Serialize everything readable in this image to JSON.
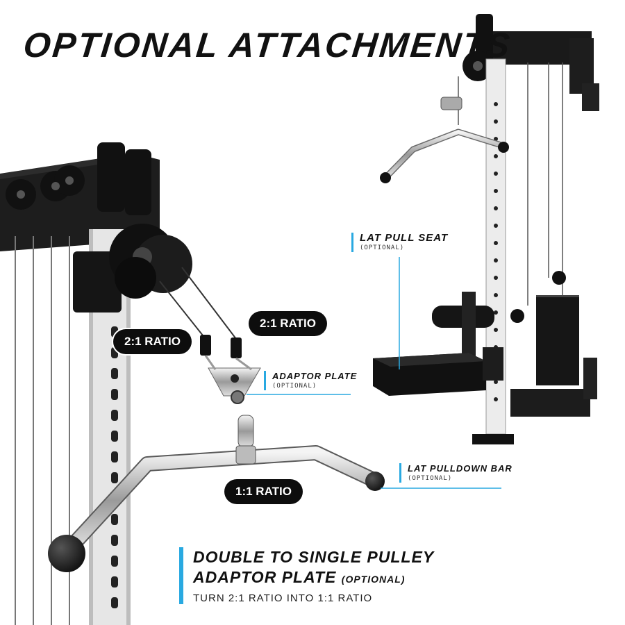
{
  "title": "OPTIONAL ATTACHMENTS",
  "ratios": {
    "left": "2:1 RATIO",
    "center": "2:1 RATIO",
    "bottom": "1:1 RATIO"
  },
  "callouts": {
    "lat_pull_seat": {
      "name": "LAT PULL SEAT",
      "sub": "(OPTIONAL)"
    },
    "adaptor_plate": {
      "name": "ADAPTOR PLATE",
      "sub": "(OPTIONAL)"
    },
    "lat_pulldown_bar": {
      "name": "LAT PULLDOWN BAR",
      "sub": "(OPTIONAL)"
    }
  },
  "feature": {
    "line1": "DOUBLE TO SINGLE PULLEY",
    "line2": "ADAPTOR PLATE",
    "optional": "(OPTIONAL)",
    "description": "TURN 2:1 RATIO INTO 1:1 RATIO"
  },
  "colors": {
    "accent": "#29a9e1",
    "pill": "#0d0d0d",
    "steel": "#cfcfcf",
    "frame": "#1a1a1a"
  }
}
